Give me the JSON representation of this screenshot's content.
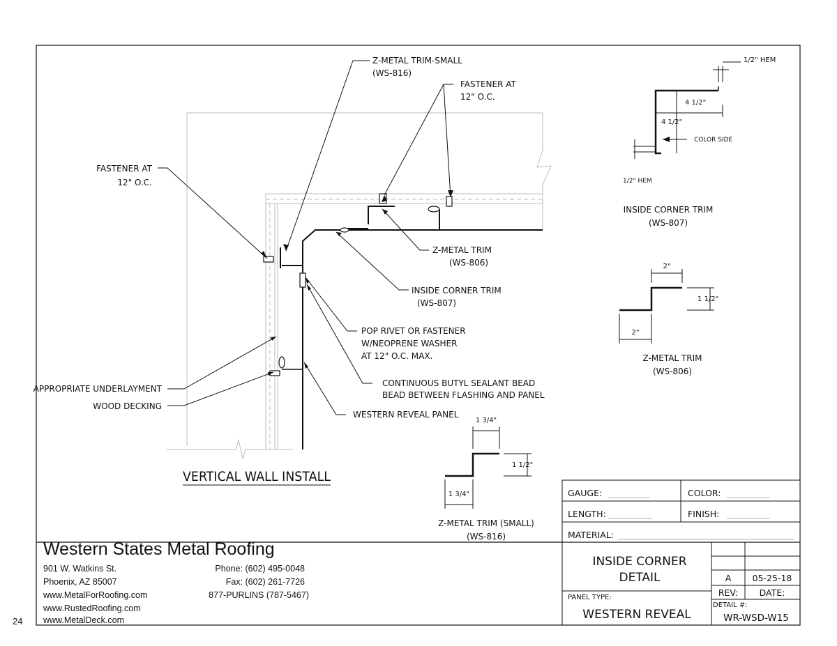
{
  "page_number": "24",
  "drawing": {
    "main_title": "VERTICAL WALL INSTALL",
    "callouts": {
      "z_trim_small": [
        "Z-METAL TRIM-SMALL",
        "(WS-816)"
      ],
      "fastener_top": [
        "FASTENER AT",
        "12\" O.C."
      ],
      "fastener_left": [
        "FASTENER AT",
        "12\" O.C."
      ],
      "z_trim": [
        "Z-METAL TRIM",
        "(WS-806)"
      ],
      "inside_corner": [
        "INSIDE CORNER TRIM",
        "(WS-807)"
      ],
      "pop_rivet": [
        "POP RIVET OR FASTENER",
        "W/NEOPRENE WASHER",
        "AT 12\" O.C. MAX."
      ],
      "butyl": [
        "CONTINUOUS BUTYL SEALANT BEAD",
        "BEAD BETWEEN FLASHING AND PANEL"
      ],
      "reveal_panel": "WESTERN REVEAL PANEL",
      "underlayment": "APPROPRIATE UNDERLAYMENT",
      "decking": "WOOD DECKING"
    },
    "profiles": {
      "inside_corner": {
        "name": "INSIDE CORNER TRIM",
        "code": "(WS-807)",
        "hem_top": "1/2\" HEM",
        "hem_left": "1/2\" HEM",
        "dim_top": "4 1/2\"",
        "dim_side": "4 1/2\"",
        "color_side": "COLOR SIDE"
      },
      "z_trim": {
        "name": "Z-METAL TRIM",
        "code": "(WS-806)",
        "dim_top": "2\"",
        "dim_bottom": "2\"",
        "dim_rise": "1 1/2\""
      },
      "z_trim_small": {
        "name": "Z-METAL TRIM (SMALL)",
        "code": "(WS-816)",
        "dim_top": "1 3/4\"",
        "dim_bottom": "1 3/4\"",
        "dim_rise": "1 1/2\""
      }
    }
  },
  "spec_block": {
    "gauge_label": "GAUGE:",
    "color_label": "COLOR:",
    "length_label": "LENGTH:",
    "finish_label": "FINISH:",
    "material_label": "MATERIAL:"
  },
  "title_block": {
    "company": "Western States Metal Roofing",
    "address1": "901 W. Watkins St.",
    "address2": "Phoenix, AZ 85007",
    "web1": "www.MetalForRoofing.com",
    "web2": "www.RustedRoofing.com",
    "web3": "www.MetalDeck.com",
    "phone": "Phone: (602) 495-0048",
    "fax": "Fax: (602) 261-7726",
    "tollfree": "877-PURLINS (787-5467)",
    "detail_title_1": "INSIDE CORNER",
    "detail_title_2": "DETAIL",
    "panel_type_label": "PANEL TYPE:",
    "panel_type": "WESTERN REVEAL",
    "rev_value": "A",
    "date_value": "05-25-18",
    "rev_label": "REV:",
    "date_label": "DATE:",
    "detail_no_label": "DETAIL #:",
    "detail_no": "WR-WSD-W15"
  }
}
